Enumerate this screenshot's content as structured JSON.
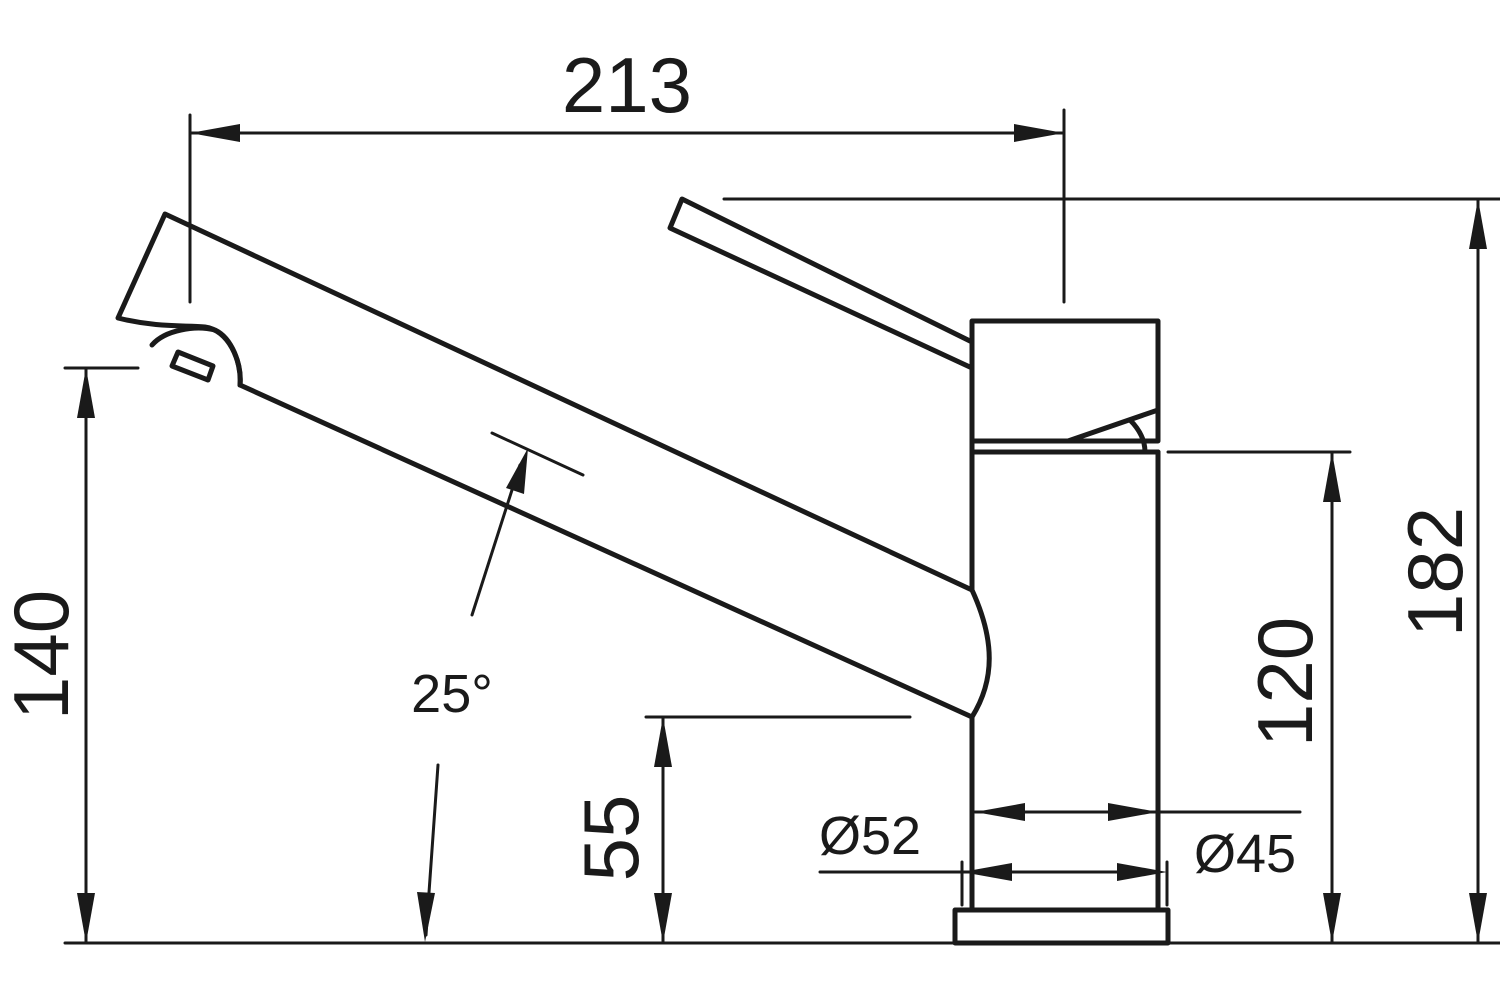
{
  "dimensions": {
    "total_length": "213",
    "total_height": "182",
    "spout_height": "140",
    "body_height": "120",
    "spout_clearance": "55",
    "spout_angle": "25°",
    "body_diameter": "Ø52",
    "base_diameter": "Ø45"
  },
  "colors": {
    "line": "#1a1a1a",
    "background": "#ffffff"
  }
}
